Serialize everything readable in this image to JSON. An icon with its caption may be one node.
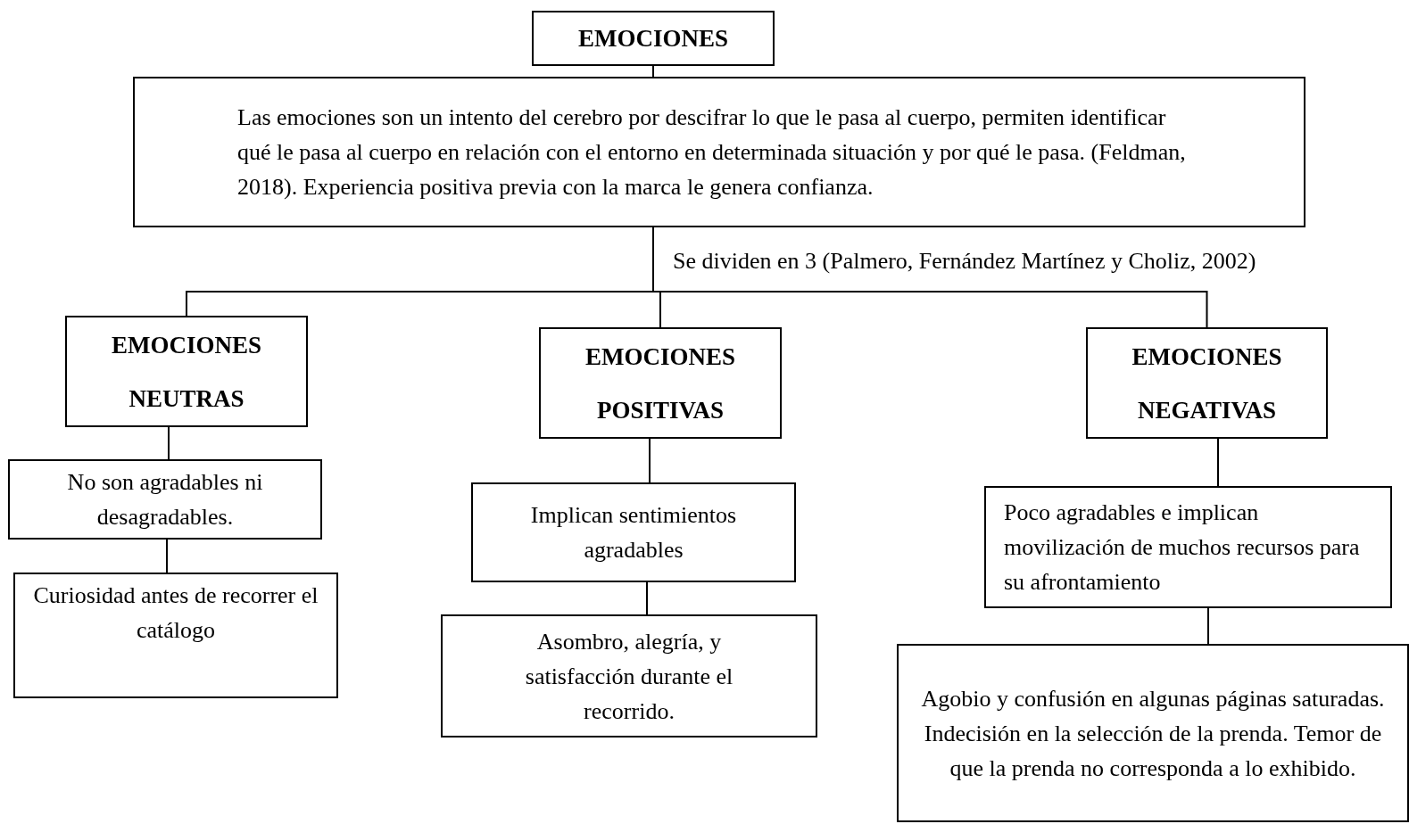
{
  "diagram": {
    "nodes": [
      {
        "text": [
          "EMOCIONES"
        ]
      },
      {
        "text": [
          "Las emociones son un intento del cerebro por descifrar lo que le pasa al cuerpo, permiten identificar qué le pasa al cuerpo en relación con el entorno en determinada situación y por qué le pasa. (Feldman, 2018).  Experiencia positiva previa con la marca le genera confianza."
        ]
      },
      {
        "text": [
          "EMOCIONES NEUTRAS"
        ]
      },
      {
        "text": [
          "EMOCIONES POSITIVAS"
        ]
      },
      {
        "text": [
          "EMOCIONES NEGATIVAS"
        ]
      },
      {
        "text": [
          "No son agradables ni desagradables."
        ]
      },
      {
        "text": [
          "Curiosidad antes de recorrer el catálogo"
        ]
      },
      {
        "text": [
          "Implican sentimientos agradables"
        ]
      },
      {
        "text": [
          "Asombro, alegría, y satisfacción durante el recorrido."
        ]
      },
      {
        "text": [
          "Poco agradables e implican movilización de muchos recursos para su afrontamiento"
        ]
      },
      {
        "text": [
          "Agobio y confusión en algunas páginas saturadas. Indecisión en la selección de la prenda. Temor de que la prenda no corresponda a lo exhibido."
        ]
      }
    ],
    "edges": [
      {
        "from": 0,
        "to": 1,
        "arrow": "none"
      },
      {
        "from": 1,
        "to": 2,
        "arrow": "none"
      },
      {
        "from": 1,
        "to": 3,
        "arrow": "none"
      },
      {
        "from": 1,
        "to": 4,
        "arrow": "none"
      },
      {
        "from": 2,
        "to": 5,
        "arrow": "none"
      },
      {
        "from": 5,
        "to": 6,
        "arrow": "none"
      },
      {
        "from": 3,
        "to": 7,
        "arrow": "none"
      },
      {
        "from": 7,
        "to": 8,
        "arrow": "none"
      },
      {
        "from": 4,
        "to": 9,
        "arrow": "none"
      },
      {
        "from": 9,
        "to": 10,
        "arrow": "none"
      }
    ],
    "labels": [
      "Se dividen en 3 (Palmero, Fernández Martínez y Choliz, 2002)"
    ]
  }
}
